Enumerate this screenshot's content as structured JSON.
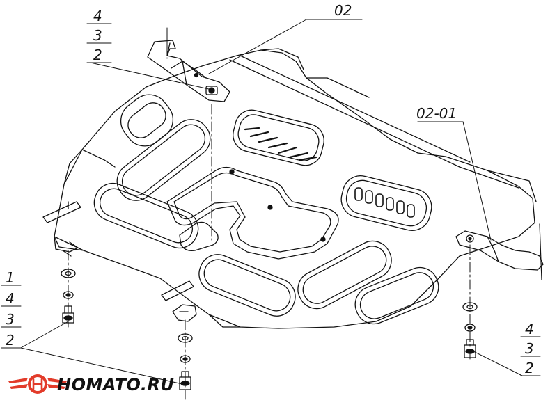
{
  "callouts": {
    "top_left": [
      "4",
      "3",
      "2"
    ],
    "top_center": "02",
    "right_bracket": "02-01",
    "bottom_left": [
      "1",
      "4",
      "3",
      "2"
    ],
    "bottom_right": [
      "4",
      "3",
      "2"
    ]
  },
  "logo": {
    "text": "HOMATO.RU",
    "accent_color": "#e23b2a",
    "icon": "winged-logo-icon"
  },
  "colors": {
    "line": "#111111",
    "background": "#ffffff"
  }
}
